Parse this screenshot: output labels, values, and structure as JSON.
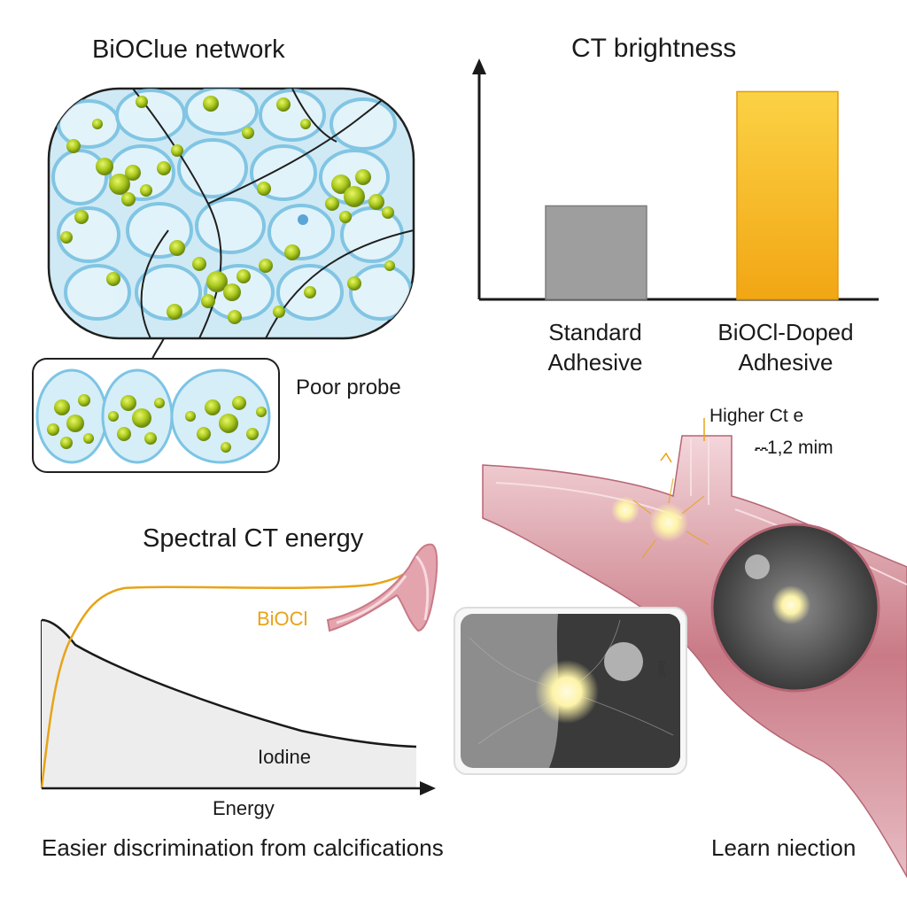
{
  "network": {
    "title": "BiOClue network",
    "probe_label": "Poor probe"
  },
  "ct_brightness": {
    "title": "CT brightness"
  },
  "spectral": {
    "title": "Spectral CT energy",
    "bioci_label": "BiOCl",
    "iodine_label": "Iodine",
    "xlabel": "Energy",
    "caption": "Easier discrimination from calcifications"
  },
  "vessel": {
    "annotation_1": "Higher Ct e",
    "annotation_2": "--1,2 mim",
    "caption": "Learn niection",
    "inset_label": "BioE"
  },
  "colors": {
    "network_fill": "#cfeaf5",
    "network_cells": "#7cc4e4",
    "particle": "#a8c81c",
    "standard_bar": "#9e9e9e",
    "doped_bar": "#f5b518",
    "bioci_curve": "#e8a317",
    "vessel": "#c97a86"
  },
  "chart_data": {
    "type": "bar",
    "title": "CT brightness",
    "categories": [
      "Standard\nAdhesive",
      "BiOCl-Doped\nAdhesive"
    ],
    "series": [
      {
        "values": [
          0.45,
          1.0
        ]
      }
    ],
    "xlabel": "",
    "ylabel": "",
    "ylim": [
      0,
      1.1
    ],
    "grid": false
  }
}
